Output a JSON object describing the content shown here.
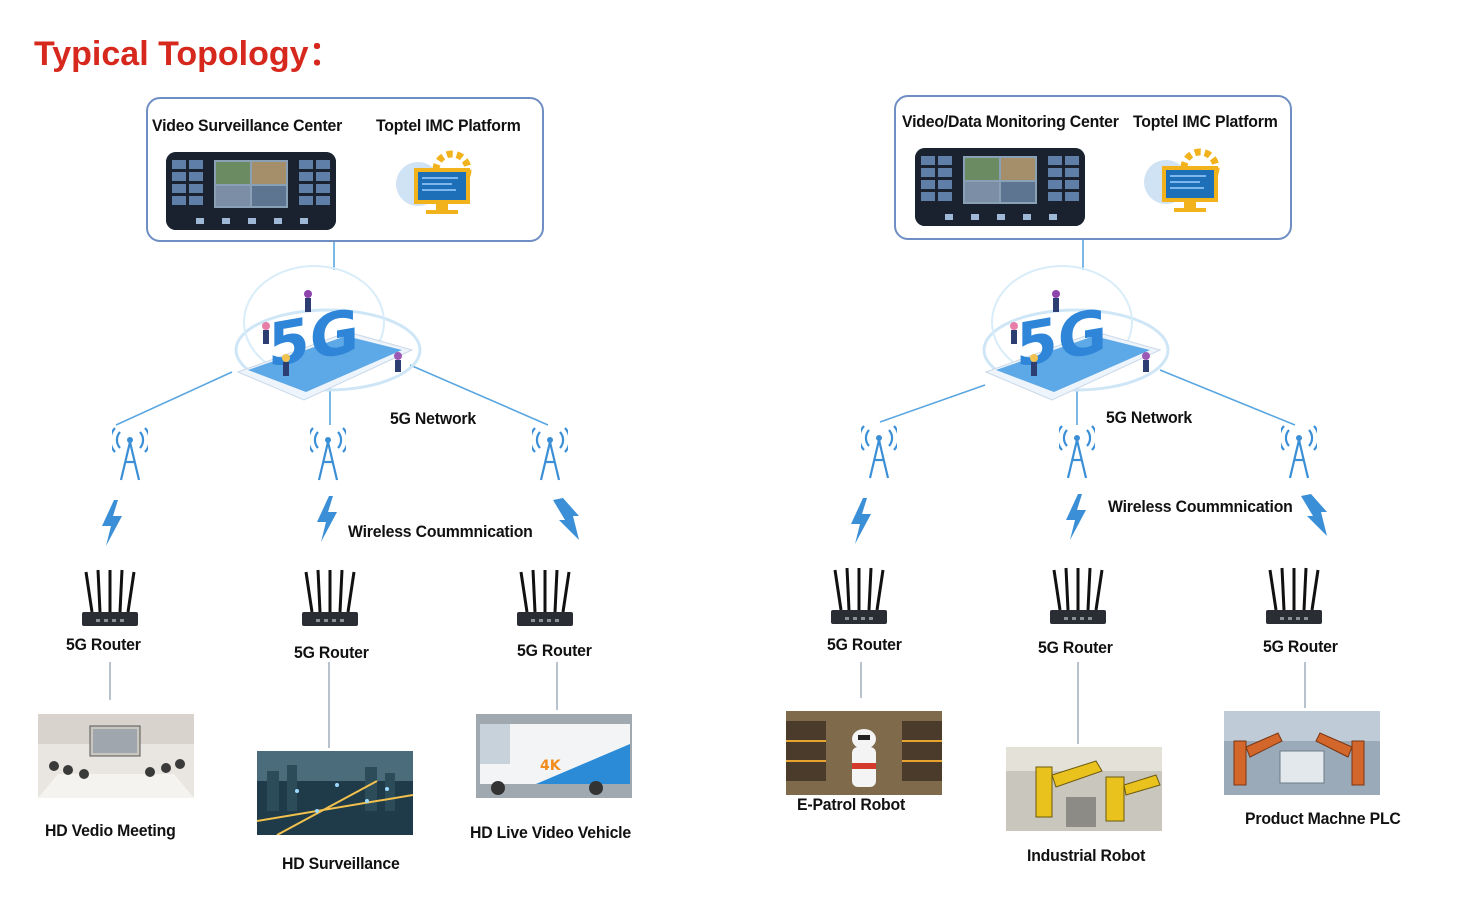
{
  "page": {
    "title": "Typical Topology："
  },
  "colors": {
    "title": "#d7281e",
    "line": "#3b8fd6",
    "box_border": "#6f8fc4"
  },
  "diagrams": [
    {
      "center_label_left": "Video Surveillance Center",
      "center_label_right": "Toptel IMC Platform",
      "network_label": "5G Network",
      "wireless_label": "Wireless Coummnication",
      "routers": [
        {
          "label": "5G Router",
          "endpoint": "HD Vedio Meeting"
        },
        {
          "label": "5G Router",
          "endpoint": "HD Surveillance"
        },
        {
          "label": "5G Router",
          "endpoint": "HD Live Video Vehicle"
        }
      ]
    },
    {
      "center_label_left": "Video/Data Monitoring Center",
      "center_label_right": "Toptel IMC Platform",
      "network_label": "5G Network",
      "wireless_label": "Wireless Coummnication",
      "routers": [
        {
          "label": "5G Router",
          "endpoint": "E-Patrol Robot"
        },
        {
          "label": "5G Router",
          "endpoint": "Industrial Robot"
        },
        {
          "label": "5G Router",
          "endpoint": "Product Machne PLC"
        }
      ]
    }
  ]
}
